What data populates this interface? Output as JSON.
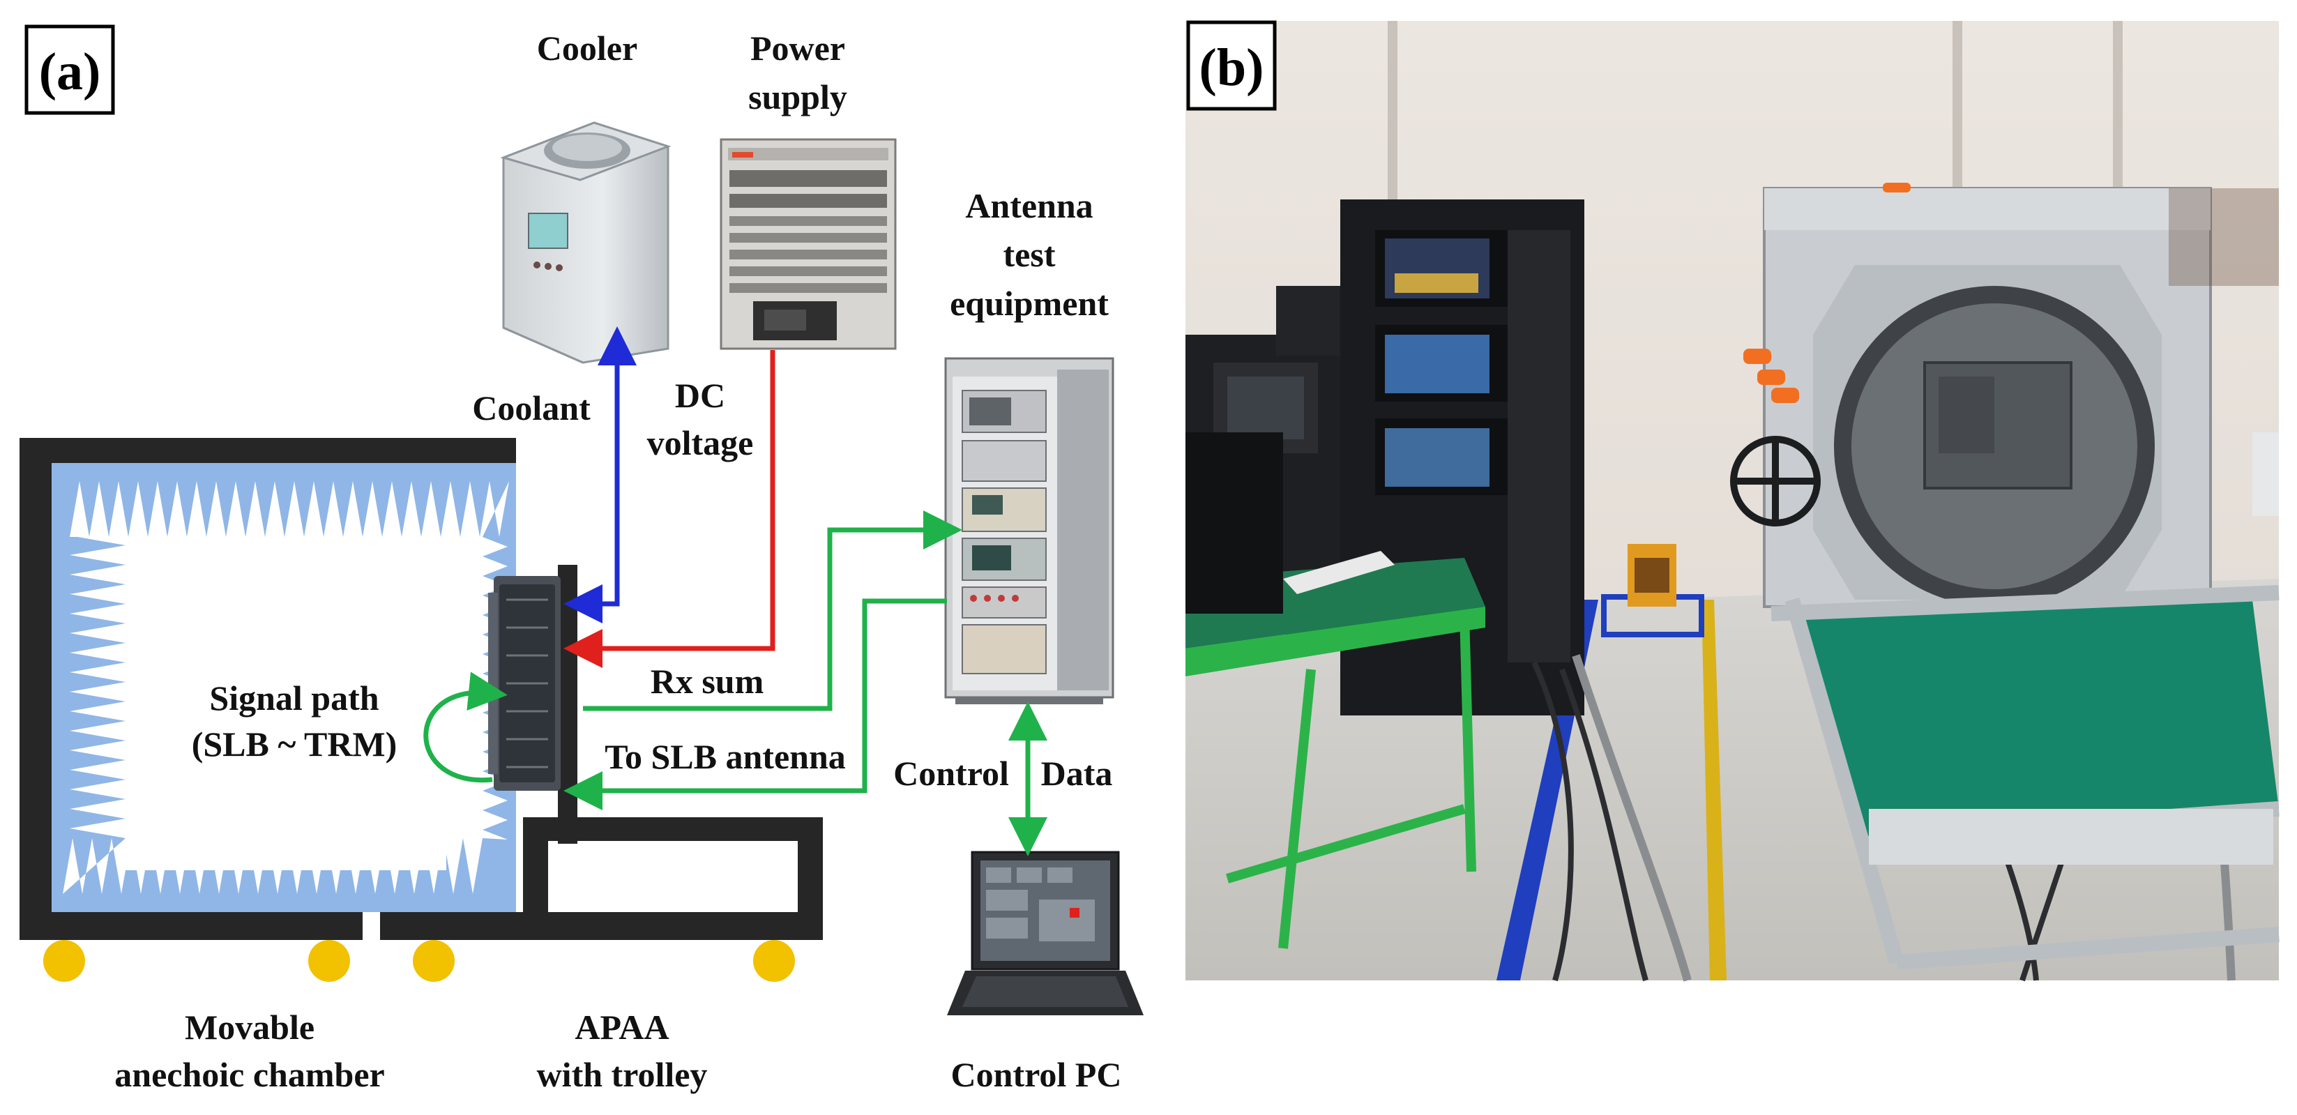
{
  "panel_a": {
    "label": "(a)",
    "labels": {
      "cooler": "Cooler",
      "power_supply_1": "Power",
      "power_supply_2": "supply",
      "antenna_1": "Antenna",
      "antenna_2": "test",
      "antenna_3": "equipment",
      "coolant": "Coolant",
      "dc_1": "DC",
      "dc_2": "voltage",
      "rx_sum": "Rx sum",
      "signal_path_1": "Signal path",
      "signal_path_2": "(SLB ~ TRM)",
      "to_slb": "To SLB antenna",
      "control": "Control",
      "data": "Data",
      "chamber_1": "Movable",
      "chamber_2": "anechoic chamber",
      "apaa_1": "APAA",
      "apaa_2": "with trolley",
      "control_pc": "Control PC"
    },
    "colors": {
      "coolant_arrow": "#1f2bd6",
      "dc_arrow": "#e0201c",
      "signal_arrow": "#1fb24a",
      "control_arrow": "#1fb24a",
      "absorber": "#8fb6e6",
      "chamber_frame": "#262626",
      "wheel": "#f2c100"
    }
  },
  "panel_b": {
    "label": "(b)"
  }
}
